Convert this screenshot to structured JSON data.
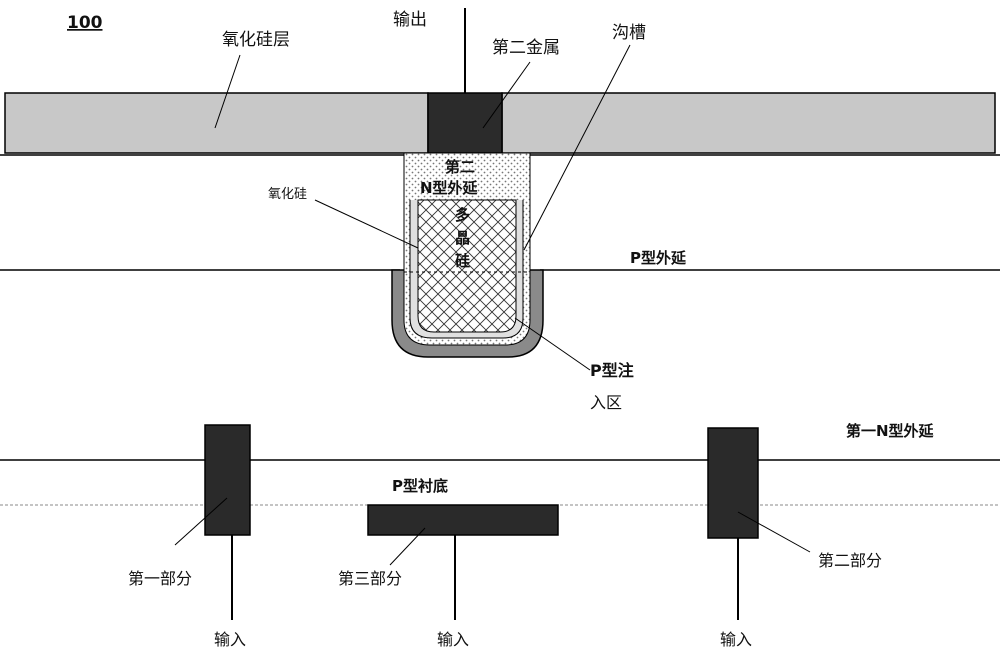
{
  "figure_number": "100",
  "labels": {
    "oxide_layer": "氧化硅层",
    "output": "输出",
    "second_metal": "第二金属",
    "trench": "沟槽",
    "second_n_epi_line1": "第二",
    "second_n_epi_line2": "N型外延",
    "silicon_oxide": "氧化硅",
    "poly_1": "多",
    "poly_2": "晶",
    "poly_3": "硅",
    "p_epi": "P型外延",
    "p_implant_line1": "P型注",
    "p_implant_line2": "入区",
    "first_n_epi": "第一N型外延",
    "p_substrate": "P型衬底",
    "first_part": "第一部分",
    "third_part": "第三部分",
    "second_part": "第二部分",
    "input_left": "输入",
    "input_middle": "输入",
    "input_right": "输入"
  },
  "colors": {
    "oxide_fill": "#c8c8c8",
    "metal_fill": "#2b2b2b",
    "implant_fill": "#8a8a8a",
    "contact_fill": "#2a2a2a",
    "line": "#000000"
  }
}
